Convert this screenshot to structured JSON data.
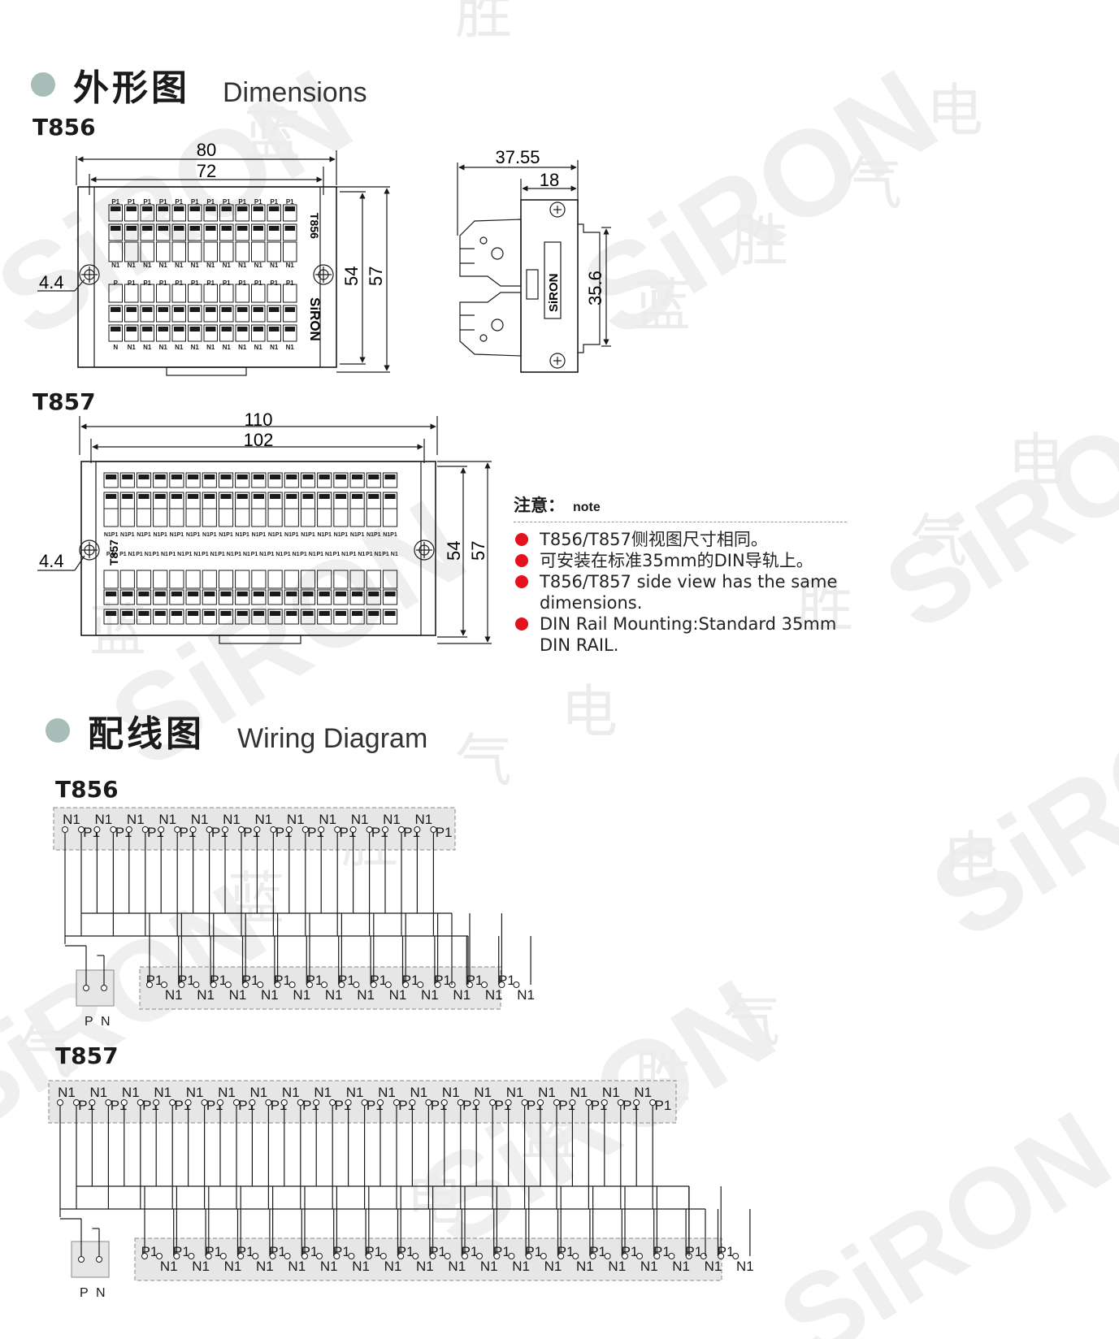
{
  "watermark": {
    "brand": "SiRON",
    "cn_chars": [
      "胜",
      "蓝",
      "电",
      "气"
    ]
  },
  "dimensions_section": {
    "title_cn": "外形图",
    "title_en": "Dimensions"
  },
  "t856_outline": {
    "model": "T856",
    "dims": {
      "outer_width": "80",
      "inner_width": "72",
      "hole": "4.4",
      "height_inner": "54",
      "height_outer": "57"
    },
    "body_text": "T856",
    "logo": "SiRON",
    "top_labels": [
      "P1",
      "P1",
      "P1",
      "P1",
      "P1",
      "P1",
      "P1",
      "P1",
      "P1",
      "P1",
      "P1",
      "P1"
    ],
    "mid_top_labels": [
      "N1",
      "N1",
      "N1",
      "N1",
      "N1",
      "N1",
      "N1",
      "N1",
      "N1",
      "N1",
      "N1",
      "N1"
    ],
    "mid_bot_labels": [
      "P",
      "P1",
      "P1",
      "P1",
      "P1",
      "P1",
      "P1",
      "P1",
      "P1",
      "P1",
      "P1",
      "P1"
    ],
    "bot_labels": [
      "N",
      "N1",
      "N1",
      "N1",
      "N1",
      "N1",
      "N1",
      "N1",
      "N1",
      "N1",
      "N1",
      "N1"
    ]
  },
  "side_view": {
    "dims": {
      "depth": "37.55",
      "rail_depth": "18",
      "rail_height": "35.6"
    },
    "logo": "SiRON"
  },
  "t857_outline": {
    "model": "T857",
    "dims": {
      "outer_width": "110",
      "inner_width": "102",
      "hole": "4.4",
      "height_inner": "54",
      "height_outer": "57"
    },
    "body_text": "T857",
    "mid_top_labels": [
      "N1P1",
      "N1P1",
      "N1P1",
      "N1P1",
      "N1P1",
      "N1P1",
      "N1P1",
      "N1P1",
      "N1P1",
      "N1P1",
      "N1P1",
      "N1P1",
      "N1P1",
      "N1P1",
      "N1P1",
      "N1P1",
      "N1P1",
      "N1P1"
    ],
    "mid_bot_labels": [
      "P N",
      "P1 N1",
      "P1 N1",
      "P1 N1",
      "P1 N1",
      "P1 N1",
      "P1 N1",
      "P1 N1",
      "P1 N1",
      "P1 N1",
      "P1 N1",
      "P1 N1",
      "P1 N1",
      "P1 N1",
      "P1 N1",
      "P1 N1",
      "P1 N1",
      "P1 N1"
    ]
  },
  "note": {
    "title_cn": "注意：",
    "title_en": "note",
    "items": [
      "T856/T857侧视图尺寸相同。",
      "可安装在标准35mm的DIN导轨上。",
      "T856/T857 side view has the same dimensions.",
      "DIN Rail Mounting:Standard 35mm DIN RAIL."
    ]
  },
  "wiring_section": {
    "title_cn": "配线图",
    "title_en": "Wiring Diagram"
  },
  "wiring_t856": {
    "model": "T856",
    "pairs": 12,
    "top_n_label": "N1",
    "top_p_label": "P1",
    "bottom_p_label": "P1",
    "bottom_n_label": "N1",
    "power_labels": [
      "P",
      "N"
    ]
  },
  "wiring_t857": {
    "model": "T857",
    "pairs": 19,
    "top_n_label": "N1",
    "top_p_label": "P1",
    "bottom_p_label": "P1",
    "bottom_n_label": "N1",
    "power_labels": [
      "P",
      "N"
    ]
  },
  "colors": {
    "accent_dot": "#a7bdb8",
    "bullet": "#e5111d",
    "line": "#1a1a1a",
    "watermark": "#ececec"
  }
}
